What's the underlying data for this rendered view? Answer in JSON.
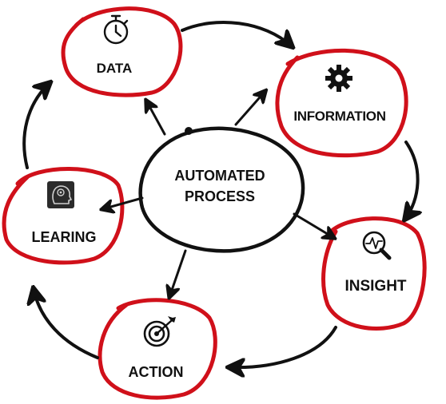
{
  "center": {
    "line1": "AUTOMATED",
    "line2": "PROCESS"
  },
  "nodes": {
    "data": {
      "label": "DATA",
      "icon": "stopwatch-icon"
    },
    "information": {
      "label": "INFORMATION",
      "icon": "gear-icon"
    },
    "insight": {
      "label": "INSIGHT",
      "icon": "magnifier-pulse-icon"
    },
    "action": {
      "label": "ACTION",
      "icon": "target-icon"
    },
    "learing": {
      "label": "LEARING",
      "icon": "brain-head-icon"
    }
  },
  "colors": {
    "ring": "#d0101a",
    "stroke": "#111111"
  }
}
